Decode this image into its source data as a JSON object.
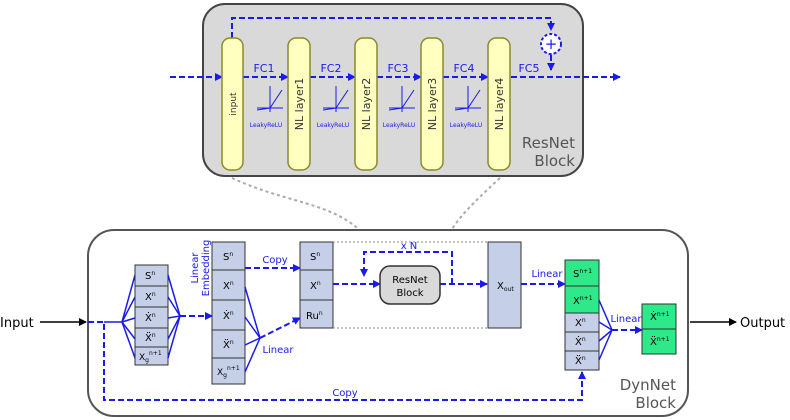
{
  "resnet": {
    "title_line1": "ResNet",
    "title_line2": "Block",
    "layers": [
      "input",
      "NL layer1",
      "NL layer2",
      "NL layer3",
      "NL layer4"
    ],
    "fc_labels": [
      "FC1",
      "FC2",
      "FC3",
      "FC4",
      "FC5"
    ],
    "activation": "LeakyReLU",
    "plus": "+"
  },
  "dynnet": {
    "title_line1": "DynNet",
    "title_line2": "Block",
    "input_label": "Input",
    "output_label": "Output",
    "copy_top": "Copy",
    "copy_bottom": "Copy",
    "linear_embedding_1": "Linear",
    "linear_embedding_2": "Embedding",
    "linear_mid": "Linear",
    "linear_right": "Linear",
    "linear_final": "Linear",
    "times_n": "x N",
    "resnet_box_1": "ResNet",
    "resnet_box_2": "Block",
    "x_out": "X",
    "x_out_sub": "out",
    "ru": "Ru",
    "ru_sup": "n"
  },
  "colors": {
    "blue": "#1a1aee",
    "yellow_fill": "#ffffc0",
    "yellow_stroke": "#8a8a2a",
    "cell_fill": "#c6cfe8",
    "green_fill": "#2ee88a",
    "panel_fill": "#d9d9d9",
    "panel_stroke": "#444444"
  }
}
